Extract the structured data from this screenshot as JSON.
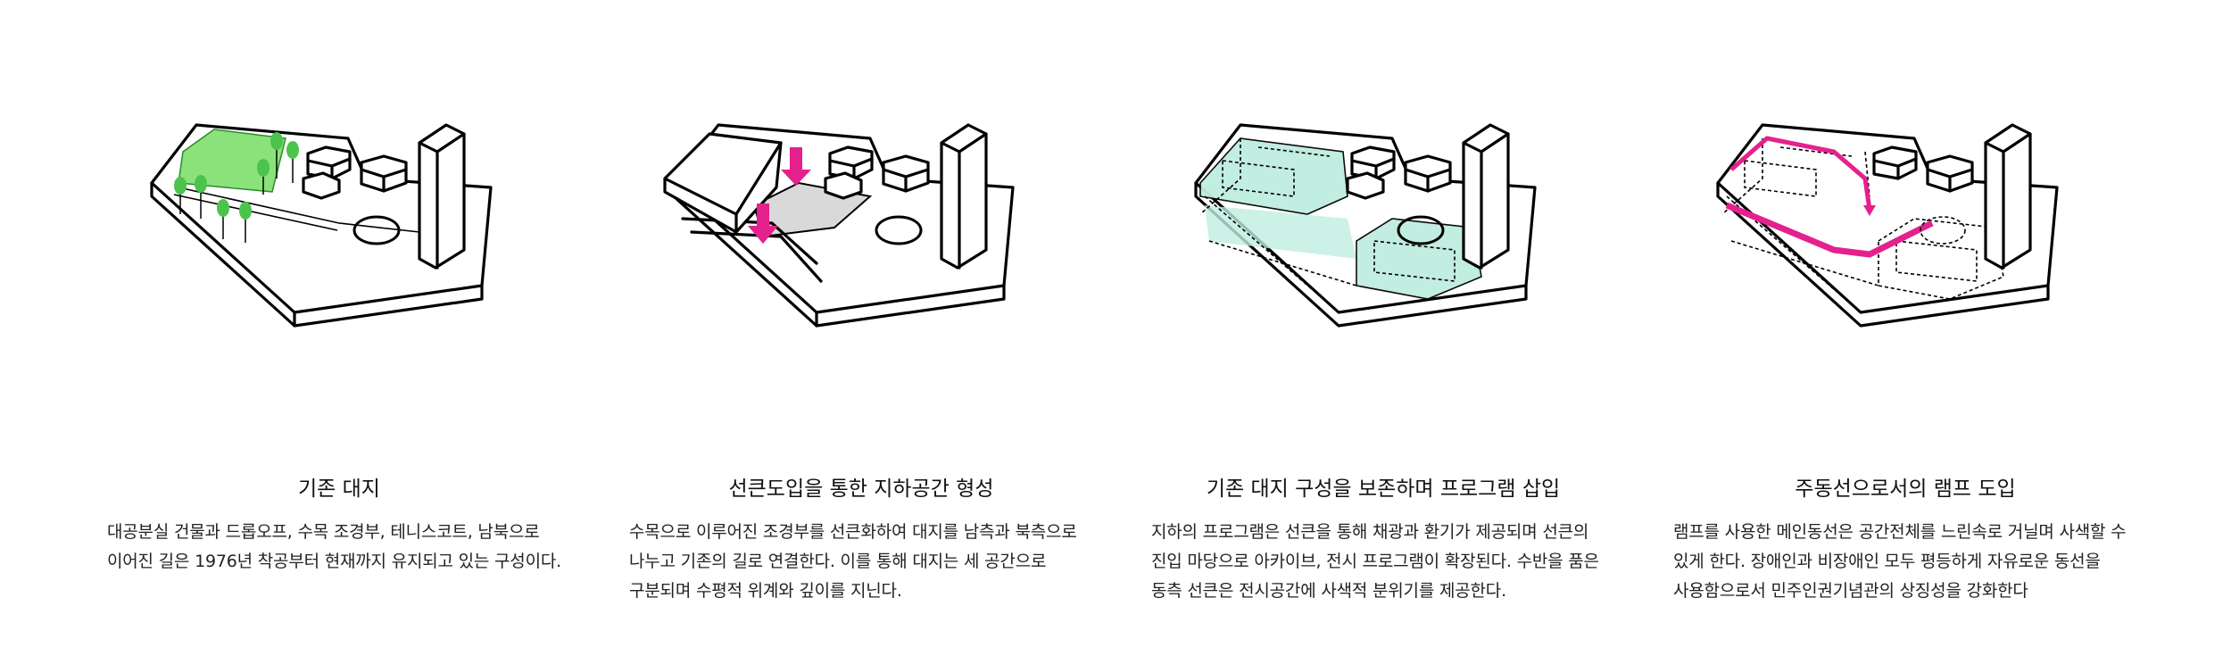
{
  "colors": {
    "green": "#8CE27A",
    "tree": "#4CC44C",
    "magenta": "#E4218C",
    "teal": "#BFEDE0",
    "gray": "#D9D9D9"
  },
  "panels": [
    {
      "title": "기존 대지",
      "desc": "대공분실 건물과 드롭오프, 수목 조경부, 테니스코트,  남북으로 이어진 길은 1976년 착공부터 현재까지 유지되고 있는 구성이다."
    },
    {
      "title": "선큰도입을 통한 지하공간 형성",
      "desc": "수목으로 이루어진 조경부를 선큰화하여 대지를 남측과 북측으로 나누고 기존의 길로 연결한다. 이를 통해 대지는 세 공간으로 구분되며 수평적 위계와 깊이를 지닌다."
    },
    {
      "title": "기존 대지 구성을 보존하며 프로그램 삽입",
      "desc": "지하의 프로그램은 선큰을 통해  채광과 환기가 제공되며 선큰의 진입 마당으로 아카이브, 전시 프로그램이 확장된다. 수반을 품은 동측 선큰은 전시공간에 사색적 분위기를 제공한다."
    },
    {
      "title": "주동선으로서의 램프 도입",
      "desc": "램프를 사용한 메인동선은 공간전체를 느린속로 거닐며 사색할 수 있게 한다. 장애인과 비장애인 모두 평등하게 자유로운 동선을 사용함으로서 민주인권기념관의 상징성을 강화한다"
    }
  ]
}
